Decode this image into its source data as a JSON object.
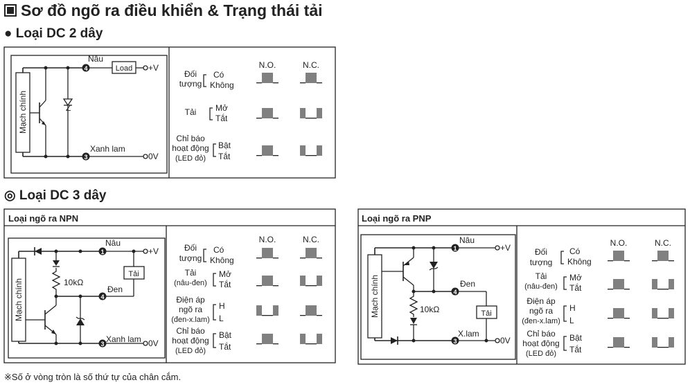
{
  "title": "Sơ đồ ngõ ra điều khiển & Trạng thái tải",
  "footnote": "※Số ở vòng tròn là số thứ tự của chân cắm.",
  "dc2": {
    "heading": "● Loại DC 2 dây",
    "main_circuit": "Mạch chính",
    "load": "Load",
    "vplus": "+V",
    "zero_v": "0V",
    "wire_brown": "Nâu",
    "wire_blue": "Xanh lam",
    "pin_top": "4",
    "pin_bottom": "3",
    "zener": "Z",
    "col_no": "N.O.",
    "col_nc": "N.C.",
    "rows": [
      {
        "label1": "Đối",
        "label2": "tượng",
        "state_on": "Có",
        "state_off": "Không"
      },
      {
        "label1": "Tải",
        "state_on": "Mở",
        "state_off": "Tắt"
      },
      {
        "label1": "Chỉ báo",
        "label2": "hoạt động",
        "label3": "(LED đỏ)",
        "state_on": "Bật",
        "state_off": "Tắt"
      }
    ]
  },
  "dc3": {
    "heading": "◎ Loại DC 3 dây",
    "npn": {
      "title": "Loại ngõ ra NPN",
      "main_circuit": "Mạch chính",
      "resistor": "10kΩ",
      "load": "Tải",
      "vplus": "+V",
      "zero_v": "0V",
      "wire_brown": "Nâu",
      "wire_black": "Đen",
      "wire_blue": "Xanh lam",
      "pin1": "1",
      "pin4": "4",
      "pin3": "3"
    },
    "pnp": {
      "title": "Loại ngõ ra PNP",
      "main_circuit": "Mạch chính",
      "resistor": "10kΩ",
      "load": "Tải",
      "vplus": "+V",
      "zero_v": "0V",
      "wire_brown": "Nâu",
      "wire_black": "Đen",
      "wire_blue": "X.lam",
      "pin1": "1",
      "pin4": "4",
      "pin3": "3"
    },
    "col_no": "N.O.",
    "col_nc": "N.C.",
    "rows": [
      {
        "label1": "Đối",
        "label2": "tượng",
        "state_on": "Có",
        "state_off": "Không"
      },
      {
        "label1": "Tải",
        "label2": "(nâu-đen)",
        "state_on": "Mở",
        "state_off": "Tắt"
      },
      {
        "label1": "Điện áp",
        "label2": "ngõ ra",
        "label3": "(đen-x.lam)",
        "state_on": "H",
        "state_off": "L"
      },
      {
        "label1": "Chỉ báo",
        "label2": "hoạt động",
        "label3": "(LED đỏ)",
        "state_on": "Bật",
        "state_off": "Tắt"
      }
    ]
  }
}
